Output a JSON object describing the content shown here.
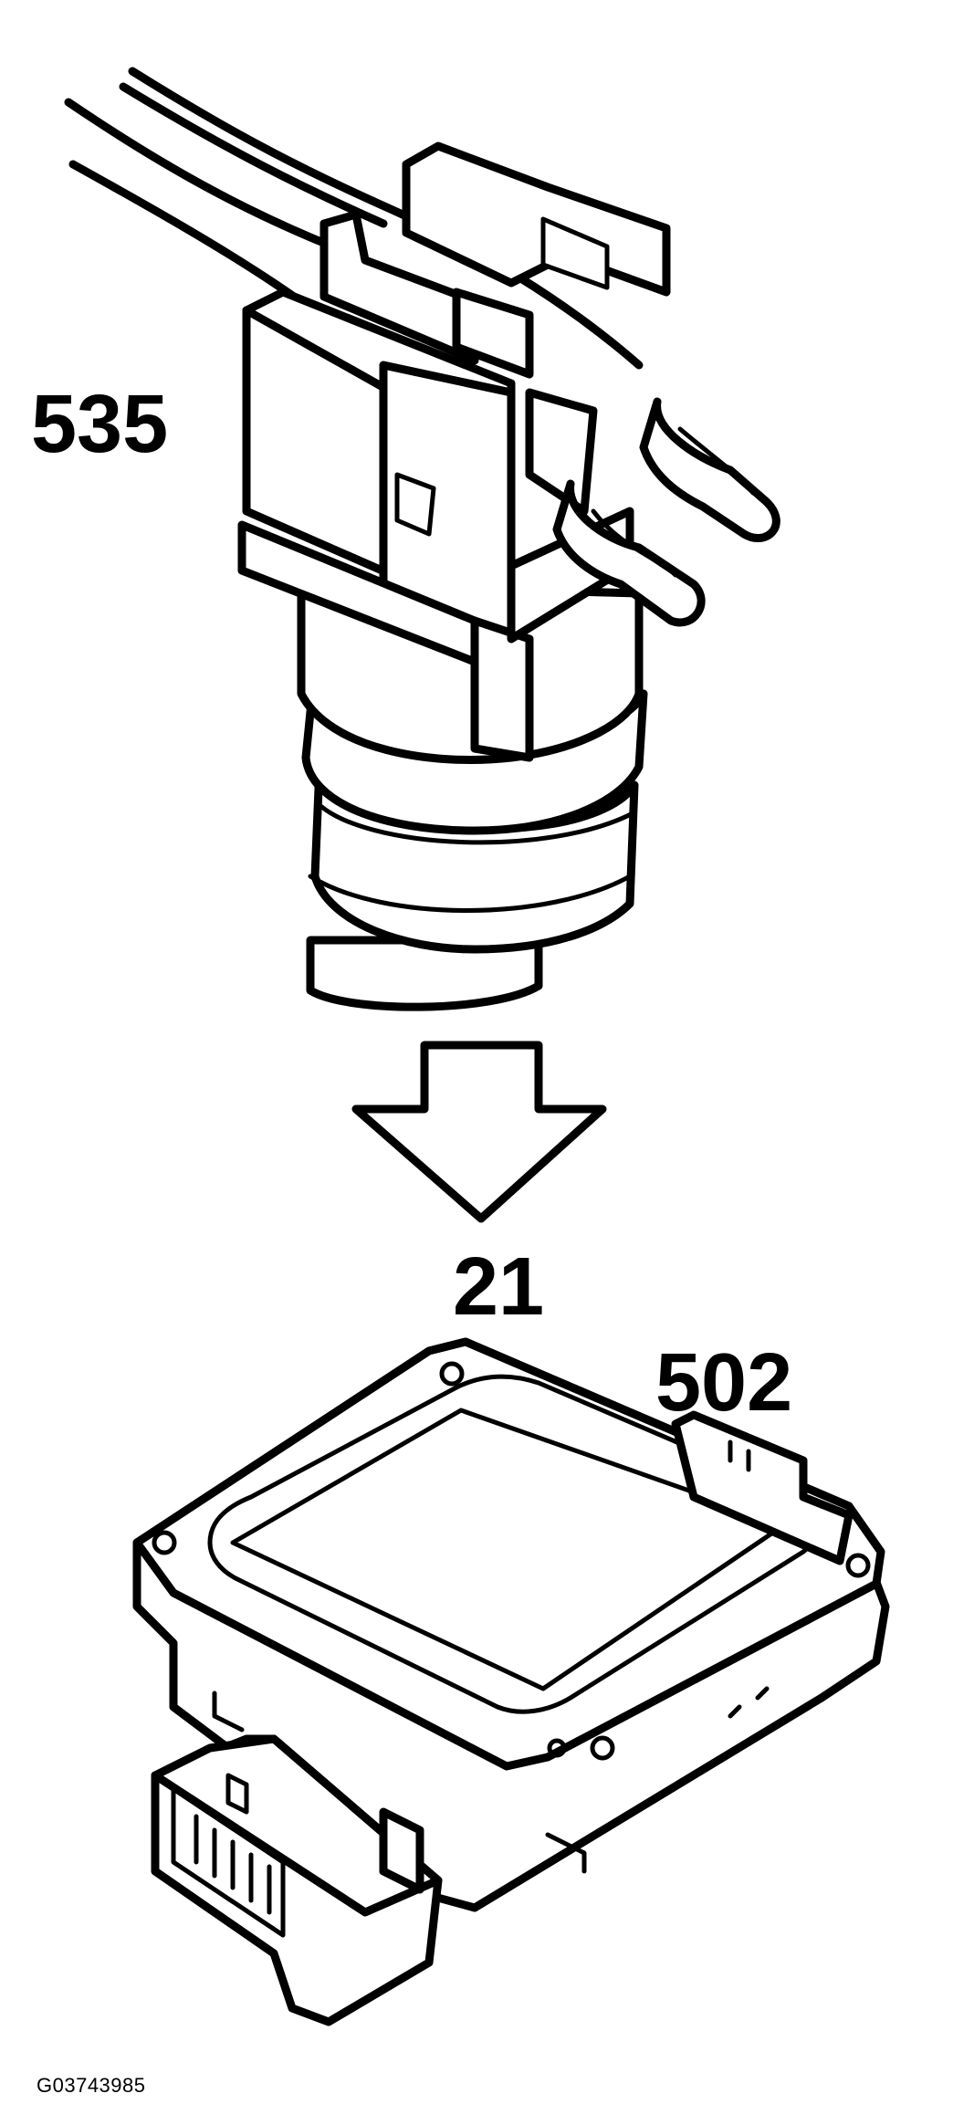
{
  "labels": {
    "sensor_part": "535",
    "step": "21",
    "module_part": "502",
    "figure_ref": "G03743985"
  }
}
